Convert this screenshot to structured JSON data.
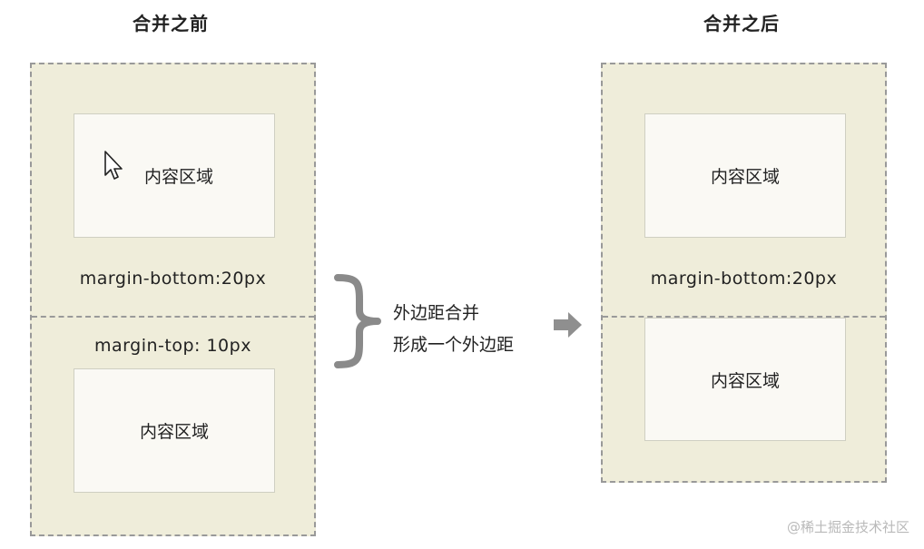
{
  "titles": {
    "before": "合并之前",
    "after": "合并之后"
  },
  "before_panel": {
    "top_content": "内容区域",
    "top_margin": "margin-bottom:20px",
    "bottom_margin": "margin-top: 10px",
    "bottom_content": "内容区域"
  },
  "after_panel": {
    "top_content": "内容区域",
    "margin": "margin-bottom:20px",
    "bottom_content": "内容区域"
  },
  "merge_note": {
    "line1": "外边距合并",
    "line2": "形成一个外边距"
  },
  "watermark": "@稀土掘金技术社区",
  "colors": {
    "margin_fill": "#efedda",
    "content_fill": "#faf9f4",
    "dash": "#999999",
    "brace": "#8a8a8a",
    "arrow": "#8f8f8f"
  },
  "icons": {
    "cursor": "mouse-pointer-icon",
    "brace": "curly-brace-icon",
    "arrow": "right-arrow-icon"
  }
}
